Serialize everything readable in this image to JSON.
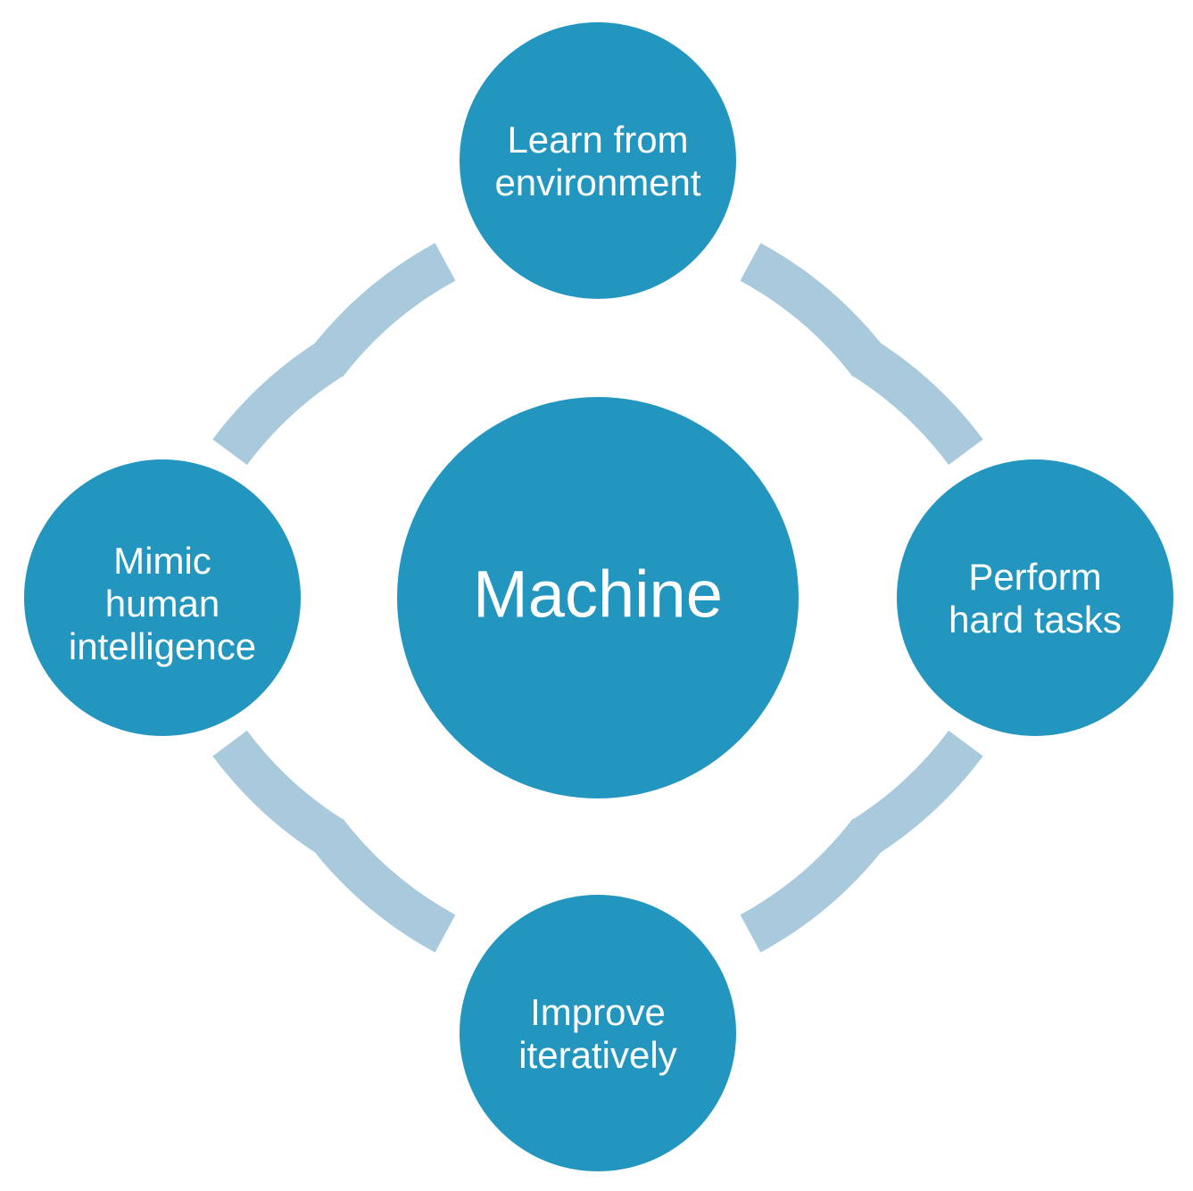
{
  "diagram": {
    "title": "Machine learning concept cycle",
    "type": "cycle-diagram",
    "background_color": "#ffffff",
    "node_color": "#2396c0",
    "ring_color": "#a9cadd",
    "label_color": "#ffffff",
    "hub": {
      "label": "Machine",
      "icon": "hub-circle-icon"
    },
    "ring": {
      "name": "cycle-ring",
      "segments": 4
    },
    "nodes": [
      {
        "id": "learn-from-environment",
        "position": "top",
        "label": "Learn from environment",
        "lines": [
          "Learn from",
          "environment"
        ]
      },
      {
        "id": "perform-hard-tasks",
        "position": "right",
        "label": "Perform hard tasks",
        "lines": [
          "Perform",
          "hard tasks"
        ]
      },
      {
        "id": "improve-iteratively",
        "position": "bottom",
        "label": "Improve iteratively",
        "lines": [
          "Improve",
          "iteratively"
        ]
      },
      {
        "id": "mimic-human-intelligence",
        "position": "left",
        "label": "Mimic human intelligence",
        "lines": [
          "Mimic",
          "human",
          "intelligence"
        ]
      }
    ]
  }
}
